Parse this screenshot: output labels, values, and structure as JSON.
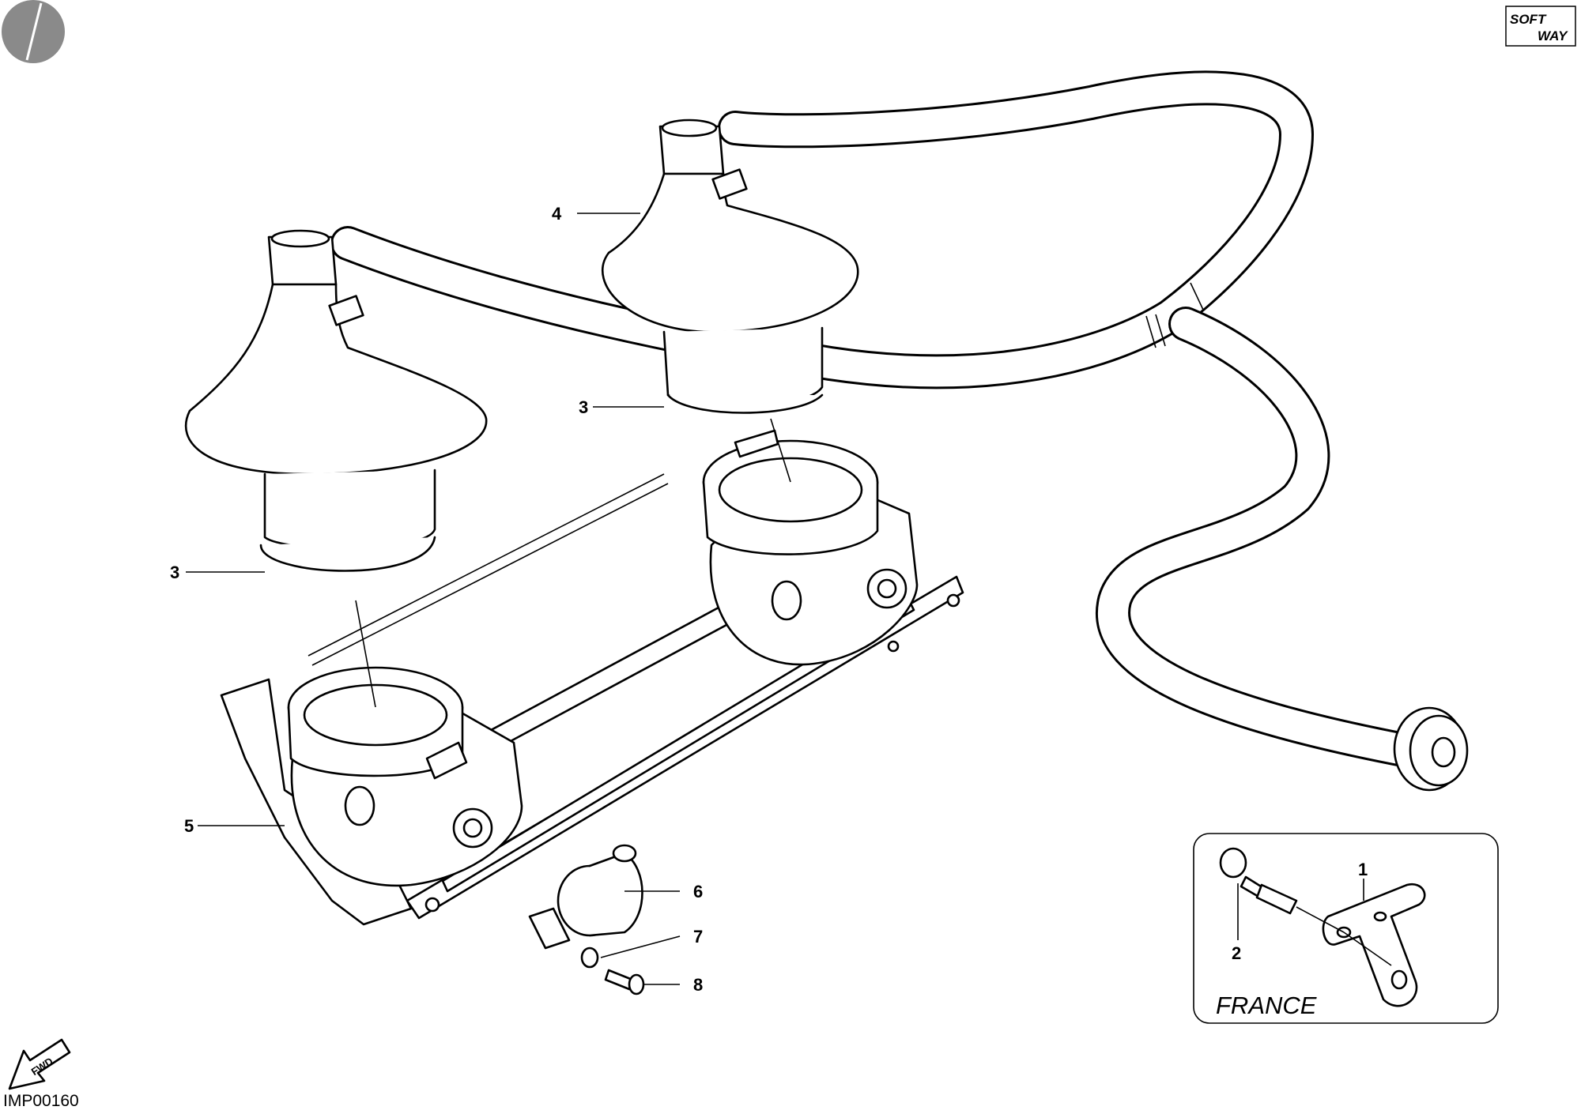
{
  "diagram": {
    "callouts": [
      {
        "id": "c4",
        "label": "4"
      },
      {
        "id": "c3a",
        "label": "3"
      },
      {
        "id": "c3b",
        "label": "3"
      },
      {
        "id": "c5",
        "label": "5"
      },
      {
        "id": "c6",
        "label": "6"
      },
      {
        "id": "c7",
        "label": "7"
      },
      {
        "id": "c8",
        "label": "8"
      },
      {
        "id": "c1",
        "label": "1"
      },
      {
        "id": "c2",
        "label": "2"
      }
    ],
    "inset_label": "FRANCE",
    "drawing_code": "IMP00160",
    "fwd_label": "FWD",
    "brand_top": "SOFT",
    "brand_bottom": "WAY"
  }
}
